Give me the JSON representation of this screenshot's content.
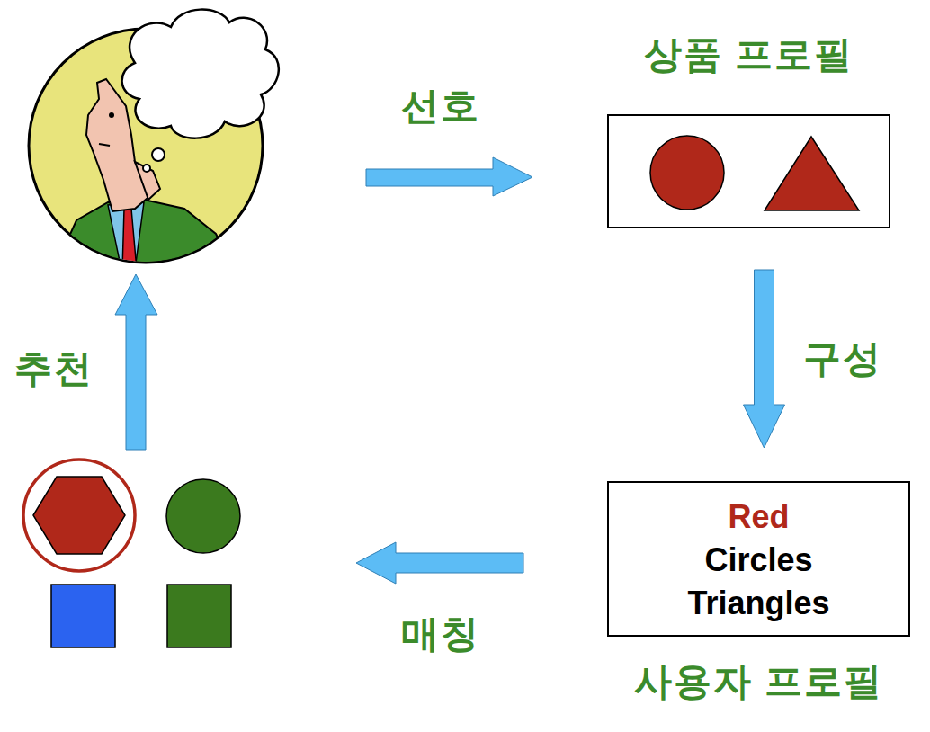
{
  "diagram": {
    "nodes": [
      {
        "text": [
          "상품 프로필"
        ]
      },
      {
        "text": [
          "Red",
          "Circles",
          "Triangles",
          "사용자 프로필"
        ]
      }
    ],
    "edges": [
      {
        "from": 0,
        "to": 1,
        "arrow": "to",
        "label": "구성"
      }
    ],
    "labels": [
      "선호",
      "추천",
      "매칭"
    ]
  }
}
